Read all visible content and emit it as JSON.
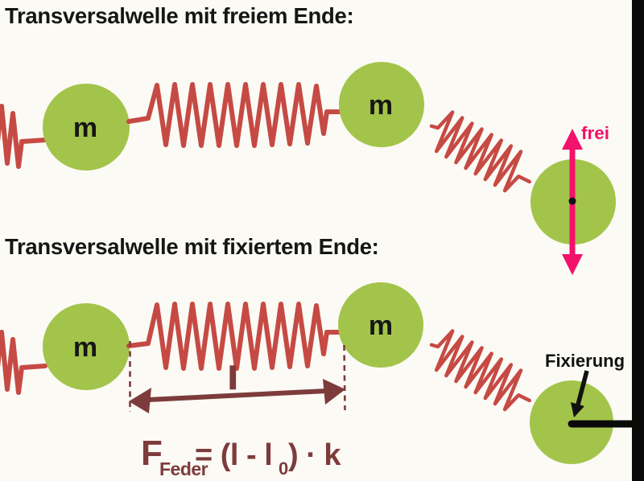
{
  "title_top": "Transversalwelle mit freiem Ende:",
  "title_bottom": "Transversalwelle mit fixiertem Ende:",
  "labels": {
    "mass": "m",
    "free_end": "frei",
    "fixed_end": "Fixierung",
    "length": "l"
  },
  "formula": {
    "symbol": "F",
    "subscript": "Feder",
    "middle": "= (l - l",
    "zero_subscript": "0",
    "tail": ") · k"
  },
  "colors": {
    "mass_green": "#a3c44a",
    "spring_red": "#c64a44",
    "annotation_maroon": "#7d3b3b",
    "free_pink": "#f2116b",
    "ink_black": "#111111",
    "background": "#fbfaf5"
  }
}
